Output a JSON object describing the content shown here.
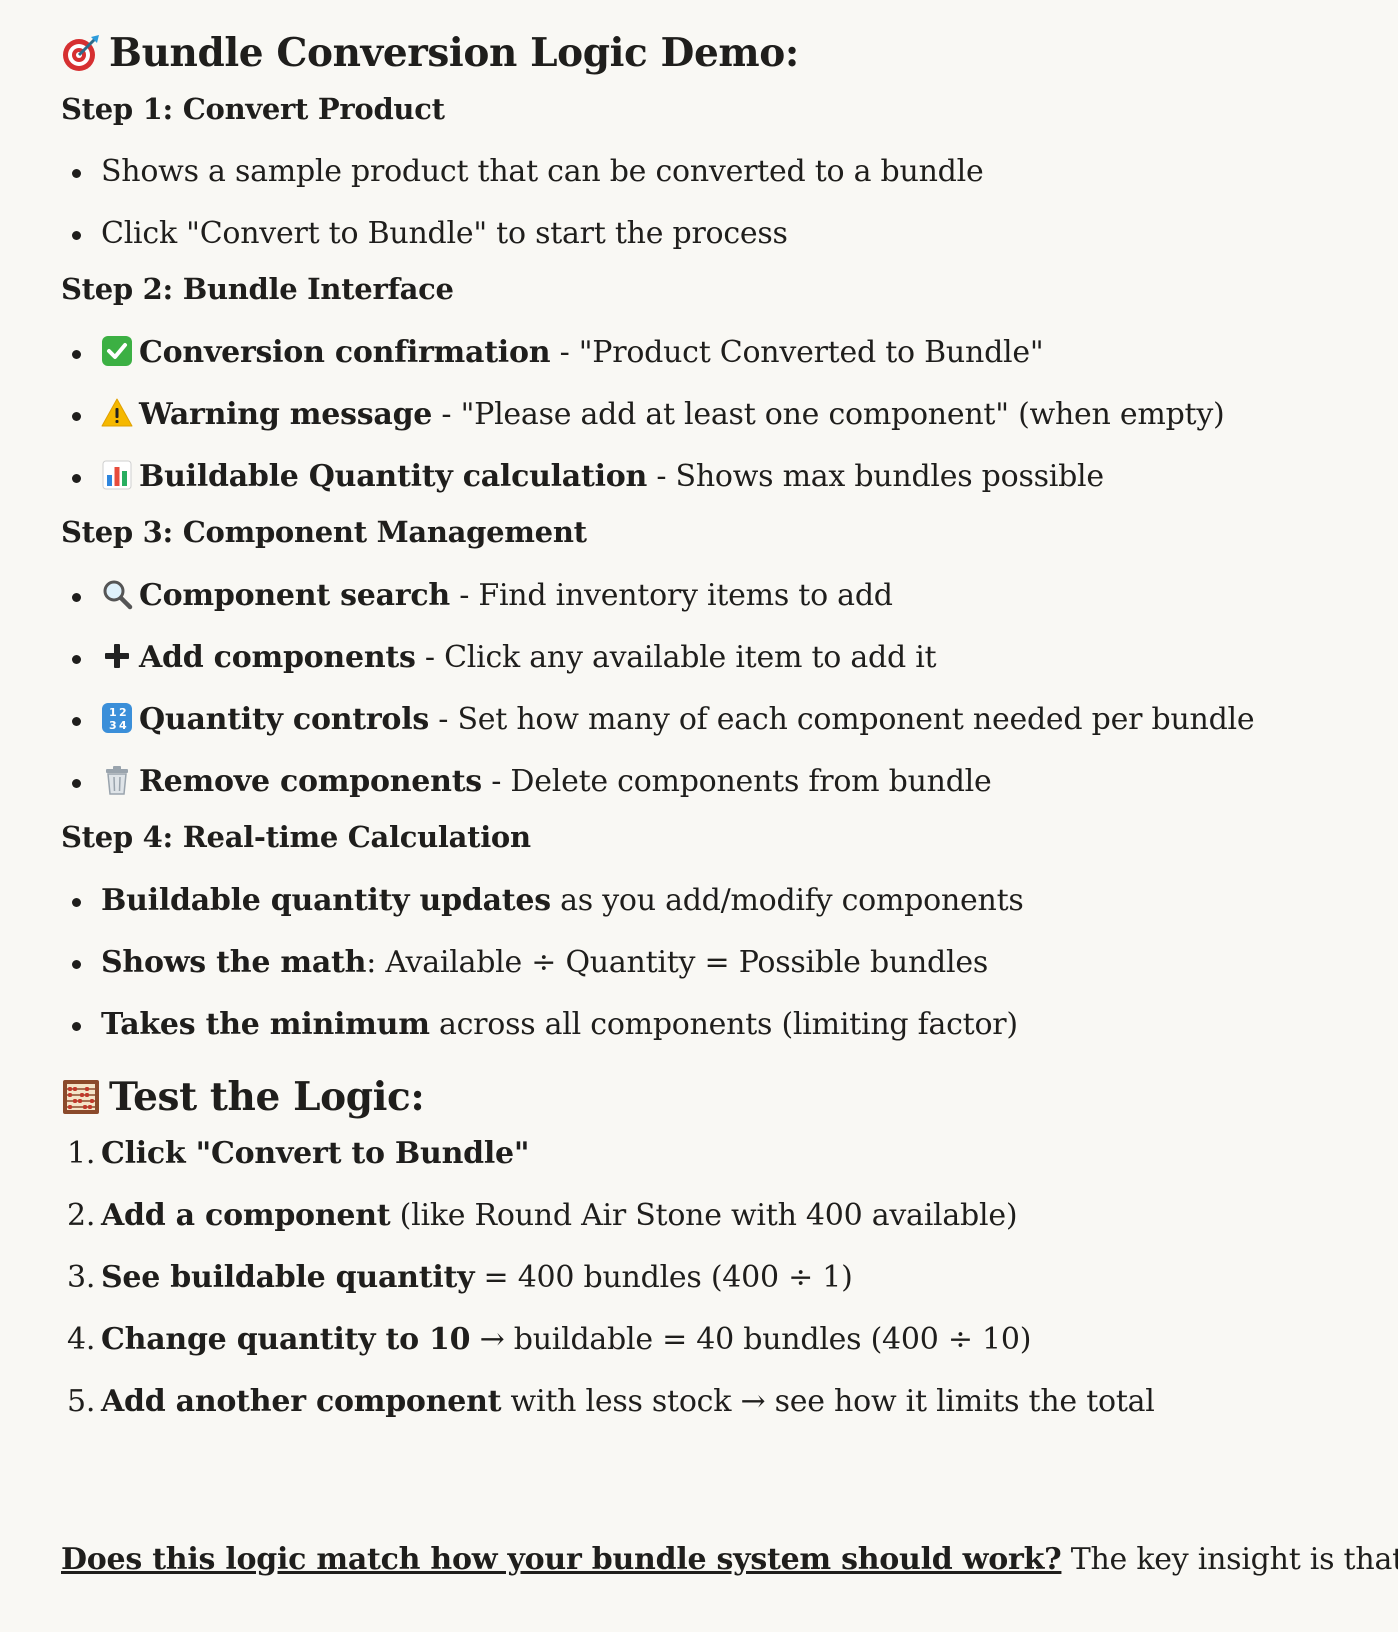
{
  "heading1": "Bundle Conversion Logic Demo:",
  "steps": [
    {
      "title": "Step 1: Convert Product",
      "items": [
        {
          "bold": "",
          "text": "Shows a sample product that can be converted to a bundle"
        },
        {
          "bold": "",
          "text": "Click \"Convert to Bundle\" to start the process"
        }
      ]
    },
    {
      "title": "Step 2: Bundle Interface",
      "items": [
        {
          "icon": "check-mark-icon",
          "bold": "Conversion confirmation",
          "text": " - \"Product Converted to Bundle\""
        },
        {
          "icon": "warning-icon",
          "bold": "Warning message",
          "text": " - \"Please add at least one component\" (when empty)"
        },
        {
          "icon": "bar-chart-icon",
          "bold": "Buildable Quantity calculation",
          "text": " - Shows max bundles possible"
        }
      ]
    },
    {
      "title": "Step 3: Component Management",
      "items": [
        {
          "icon": "magnifier-icon",
          "bold": "Component search",
          "text": " - Find inventory items to add"
        },
        {
          "icon": "plus-icon",
          "bold": "Add components",
          "text": " - Click any available item to add it"
        },
        {
          "icon": "numbers-icon",
          "bold": "Quantity controls",
          "text": " - Set how many of each component needed per bundle"
        },
        {
          "icon": "trash-icon",
          "bold": "Remove components",
          "text": " - Delete components from bundle"
        }
      ]
    },
    {
      "title": "Step 4: Real-time Calculation",
      "items": [
        {
          "bold": "Buildable quantity updates",
          "text": " as you add/modify components"
        },
        {
          "bold": "Shows the math",
          "text": ": Available ÷ Quantity = Possible bundles"
        },
        {
          "bold": "Takes the minimum",
          "text": " across all components (limiting factor)"
        }
      ]
    }
  ],
  "heading2": "Test the Logic:",
  "test_steps": [
    {
      "num": "1.",
      "bold": "Click \"Convert to Bundle\"",
      "text": ""
    },
    {
      "num": "2.",
      "bold": "Add a component",
      "text": " (like Round Air Stone with 400 available)"
    },
    {
      "num": "3.",
      "bold": "See buildable quantity",
      "text": " = 400 bundles (400 ÷ 1)"
    },
    {
      "num": "4.",
      "bold": "Change quantity to 10",
      "text": " → buildable = 40 bundles (400 ÷ 10)"
    },
    {
      "num": "5.",
      "bold": "Add another component",
      "text": " with less stock → see how it limits the total"
    }
  ],
  "footer": {
    "bold": "Does this logic match how your bundle system should work?",
    "text": " The key insight is that"
  }
}
